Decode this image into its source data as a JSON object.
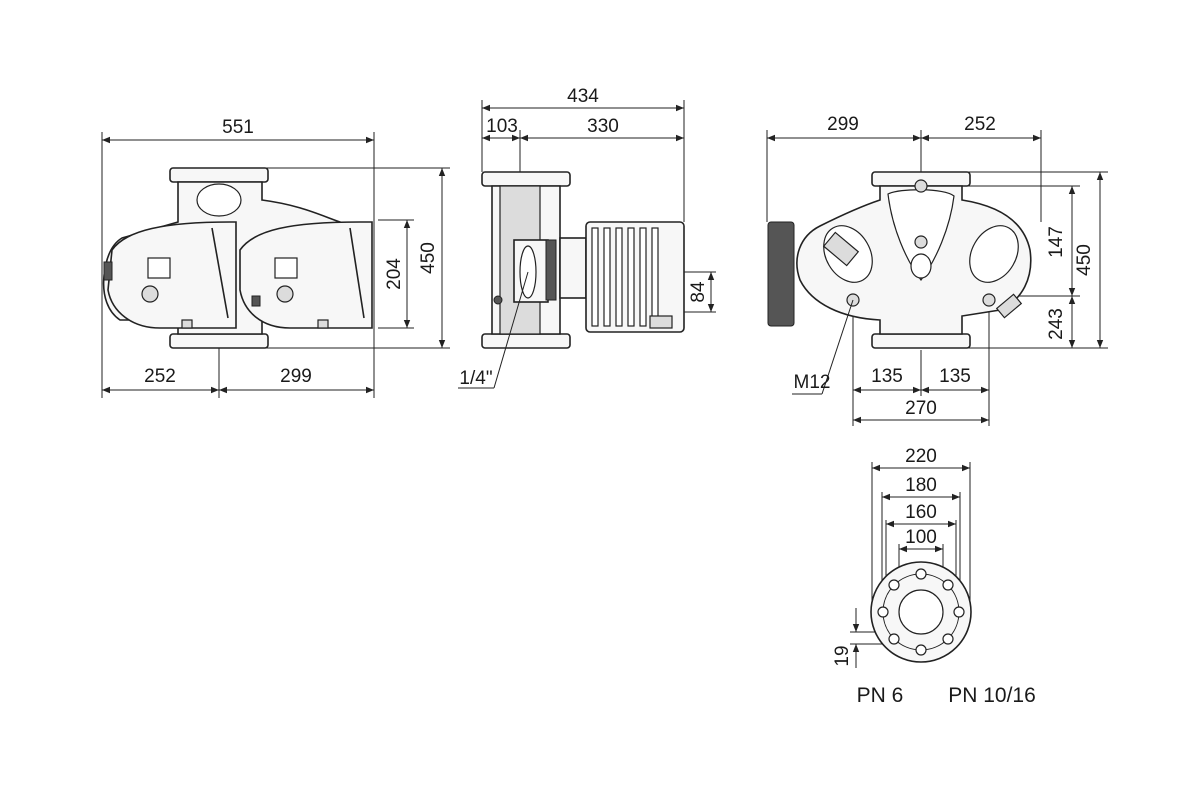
{
  "dimensions": {
    "front_overall_width": "551",
    "front_left_part": "252",
    "front_right_part": "299",
    "front_head_height": "204",
    "front_total_height": "450",
    "side_overall_length": "434",
    "side_flange": "103",
    "side_motor": "330",
    "side_axis_offset": "84",
    "side_port_thread": "1/4\"",
    "rear_left": "299",
    "rear_right": "252",
    "rear_upper": "147",
    "rear_total": "450",
    "rear_lower": "243",
    "rear_bolt": "M12",
    "rear_half_left": "135",
    "rear_half_right": "135",
    "rear_spacing": "270",
    "flange_outer": "220",
    "flange_bc1": "180",
    "flange_bc2": "160",
    "flange_bore": "100",
    "flange_hole": "19"
  },
  "labels": {
    "pn_low": "PN 6",
    "pn_high": "PN 10/16"
  }
}
